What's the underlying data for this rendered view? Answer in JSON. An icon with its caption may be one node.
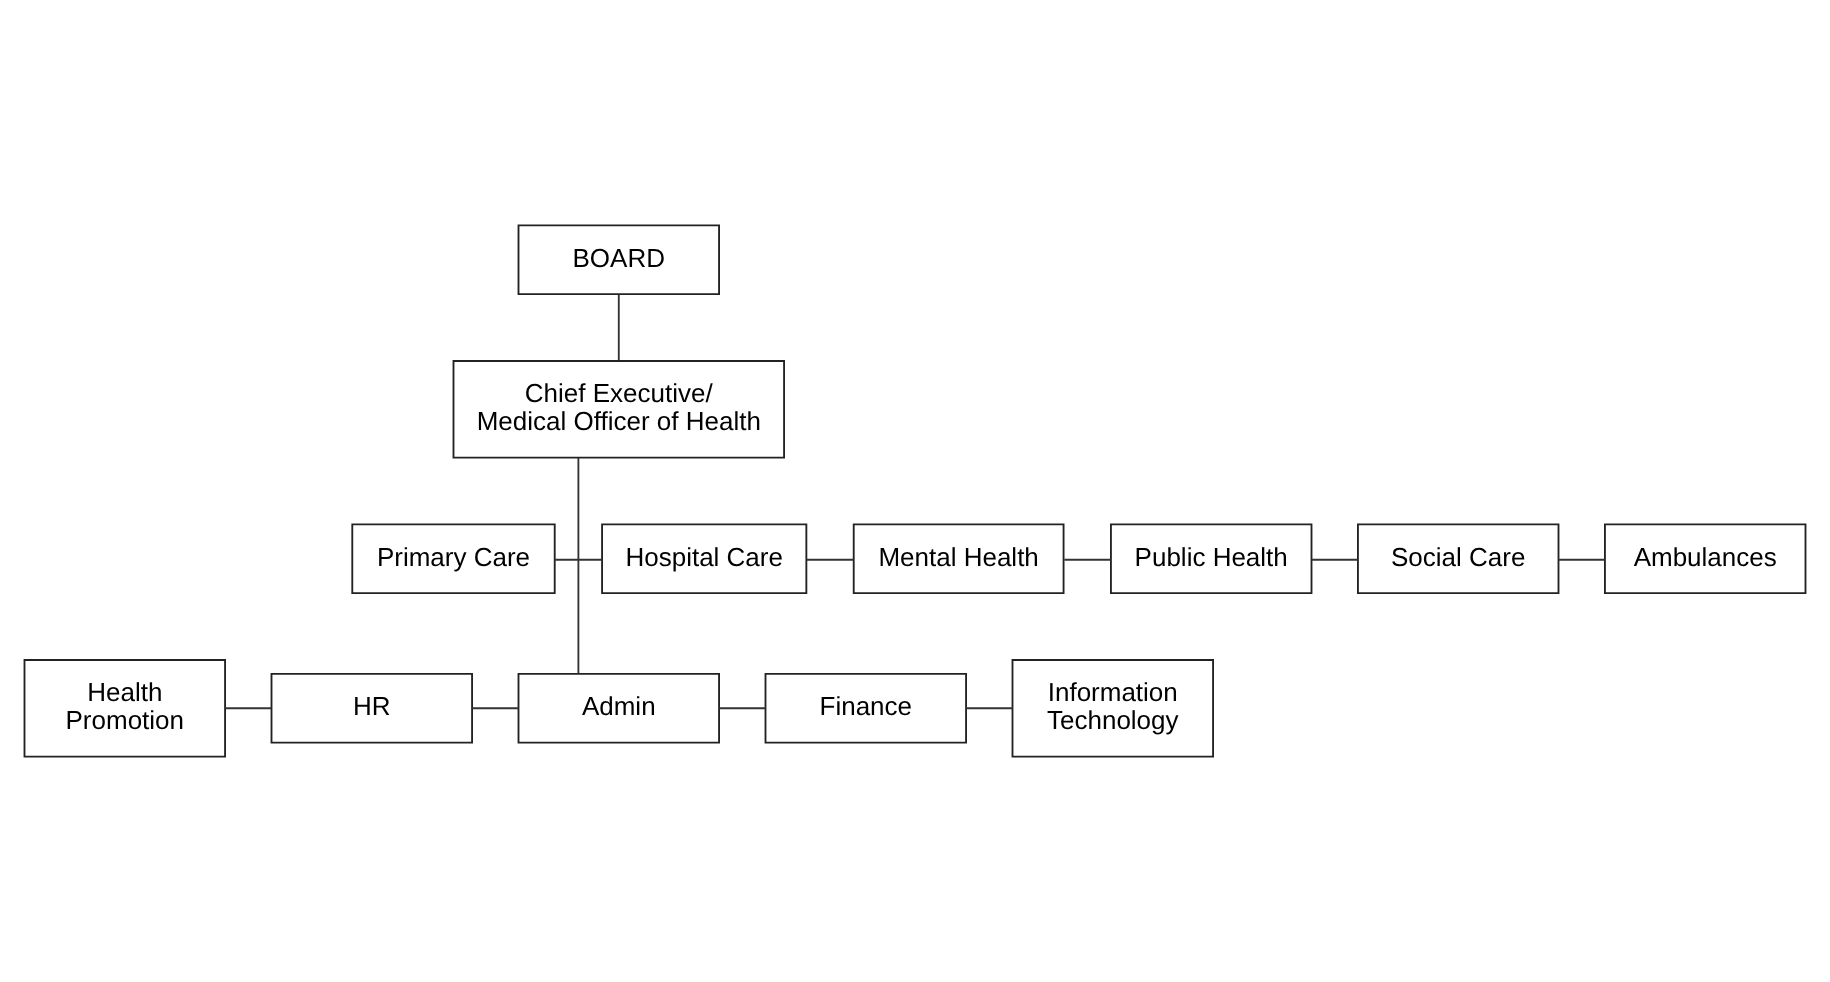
{
  "diagram": {
    "nodes": [
      {
        "text": [
          "BOARD"
        ]
      },
      {
        "text": [
          "Chief Executive/ Medical Officer of Health"
        ]
      },
      {
        "text": [
          "Primary Care"
        ]
      },
      {
        "text": [
          "Hospital Care"
        ]
      },
      {
        "text": [
          "Mental Health"
        ]
      },
      {
        "text": [
          "Public Health"
        ]
      },
      {
        "text": [
          "Social Care"
        ]
      },
      {
        "text": [
          "Ambulances"
        ]
      },
      {
        "text": [
          "Health Promotion"
        ]
      },
      {
        "text": [
          "HR"
        ]
      },
      {
        "text": [
          "Admin"
        ]
      },
      {
        "text": [
          "Finance"
        ]
      },
      {
        "text": [
          "Information Technology"
        ]
      }
    ],
    "edges": [
      {
        "from": 0,
        "to": 1,
        "arrow": "none"
      },
      {
        "from": 1,
        "to": 10,
        "arrow": "none"
      },
      {
        "from": 2,
        "to": 3,
        "arrow": "none"
      },
      {
        "from": 3,
        "to": 4,
        "arrow": "none"
      },
      {
        "from": 4,
        "to": 5,
        "arrow": "none"
      },
      {
        "from": 5,
        "to": 6,
        "arrow": "none"
      },
      {
        "from": 6,
        "to": 7,
        "arrow": "none"
      },
      {
        "from": 8,
        "to": 9,
        "arrow": "none"
      },
      {
        "from": 9,
        "to": 10,
        "arrow": "none"
      },
      {
        "from": 10,
        "to": 11,
        "arrow": "none"
      },
      {
        "from": 11,
        "to": 12,
        "arrow": "none"
      }
    ]
  }
}
